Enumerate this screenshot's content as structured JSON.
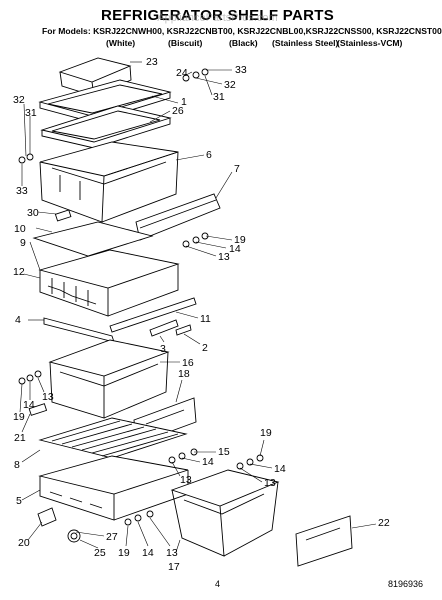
{
  "title": "REFRIGERATOR SHELF PARTS",
  "watermark": "AppliancePartsPros.com",
  "models_line": "For Models: KSRJ22CNWH00, KSRJ22CNBT00, KSRJ22CNBL00,KSRJ22CNSS00, KSRJ22CNST00",
  "finishes": [
    "(White)",
    "(Biscuit)",
    "(Black)",
    "(Stainless Steel)",
    "(Stainless-VCM)"
  ],
  "callouts": [
    "23",
    "24",
    "33",
    "32",
    "31",
    "1",
    "26",
    "32",
    "31",
    "33",
    "6",
    "7",
    "30",
    "10",
    "9",
    "19",
    "14",
    "13",
    "12",
    "4",
    "11",
    "3",
    "2",
    "16",
    "18",
    "13",
    "14",
    "19",
    "21",
    "8",
    "15",
    "14",
    "13",
    "19",
    "14",
    "13",
    "5",
    "20",
    "27",
    "25",
    "19",
    "14",
    "13",
    "17",
    "22"
  ],
  "page_number": "4",
  "document_number": "8196936"
}
